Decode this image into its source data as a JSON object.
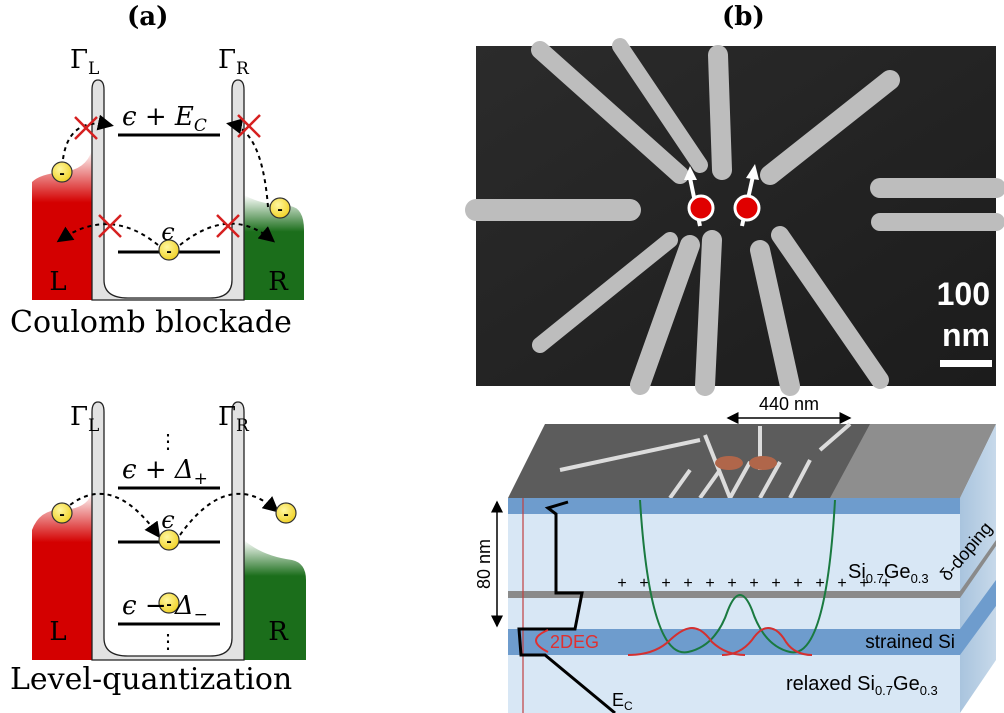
{
  "panel_a": {
    "label": "(a)",
    "top": {
      "gamma_left": "Γ",
      "gamma_left_sub": "L",
      "gamma_right": "Γ",
      "gamma_right_sub": "R",
      "upper_level": "ϵ + E",
      "upper_level_sub": "C",
      "lower_level": "ϵ",
      "lead_left": "L",
      "lead_right": "R",
      "caption": "Coulomb blockade"
    },
    "bottom": {
      "gamma_left": "Γ",
      "gamma_left_sub": "L",
      "gamma_right": "Γ",
      "gamma_right_sub": "R",
      "dots": "⋮",
      "upper_level": "ϵ + Δ",
      "upper_level_sub": "+",
      "middle_level": "ϵ",
      "lower_level": "ϵ − Δ",
      "lower_level_sub": "−",
      "lead_left": "L",
      "lead_right": "R",
      "caption": "Level-quantization"
    },
    "electron_symbol": "-",
    "colors": {
      "lead_left": "#d40000",
      "lead_right": "#1b6e1b",
      "barrier": "#e0e0e0",
      "blocked": "#d62020",
      "electron": "#f5e23a"
    }
  },
  "panel_b": {
    "label": "(b)",
    "scale_bar_value": "100",
    "scale_bar_unit": "nm",
    "gate_spacing": "440 nm",
    "thickness": "80 nm",
    "layers": {
      "top_alloy": "Si",
      "top_alloy_sub1": "0.7",
      "top_alloy_mid": "Ge",
      "top_alloy_sub2": "0.3",
      "doping": "δ-doping",
      "strained": "strained Si",
      "relaxed": "relaxed Si",
      "relaxed_sub1": "0.7",
      "relaxed_mid": "Ge",
      "relaxed_sub2": "0.3",
      "twodeg": "2DEG",
      "band": "E",
      "band_sub": "C"
    },
    "dopant_symbol": "+",
    "colors": {
      "spin_dot": "#e00000",
      "band_curve": "#000000",
      "wavefunction_green": "#1a7a40",
      "wavefunction_red": "#d43030",
      "twodeg": "#e03030"
    }
  }
}
